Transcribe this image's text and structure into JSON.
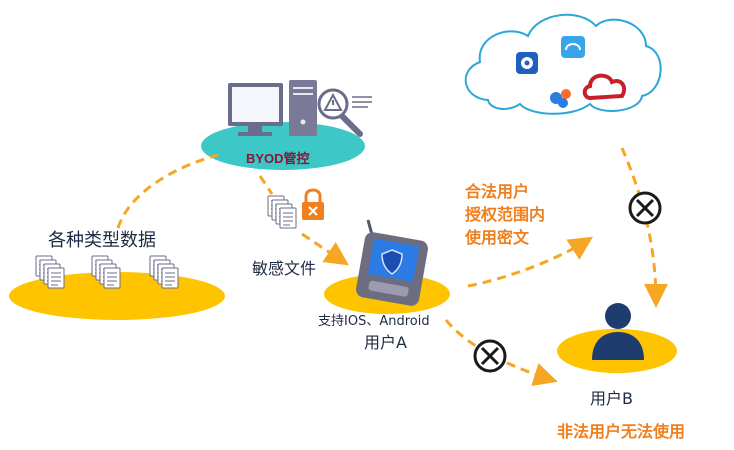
{
  "labels": {
    "byod": "BYOD管控",
    "data_types": "各种类型数据",
    "sensitive_files": "敏感文件",
    "platform_support": "支持IOS、Android",
    "user_a": "用户A",
    "user_b": "用户B",
    "legal_user_line1": "合法用户",
    "legal_user_line2": "授权范围内",
    "legal_user_line3": "使用密文",
    "illegal_user": "非法用户无法使用"
  },
  "colors": {
    "orange": "#f5a623",
    "orange_text": "#f07f1e",
    "yellow_ellipse": "#ffc400",
    "teal_ellipse": "#3dc7c7",
    "byod_text": "#8a1538",
    "user_silhouette": "#1f3c6e",
    "cloud_outline": "#2aa7d8"
  },
  "icons": [
    "monitor-icon",
    "computer-tower-icon",
    "warning-magnifier-icon",
    "file-stack-icon",
    "lock-icon",
    "pda-shield-icon",
    "user-silhouette-icon",
    "cloud-icon",
    "blocked-x-icon",
    "app-icon-a",
    "app-icon-b",
    "app-icon-c",
    "app-icon-d"
  ]
}
